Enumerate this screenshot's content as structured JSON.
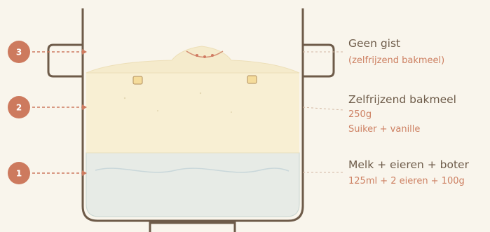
{
  "steps": [
    {
      "number": "1",
      "title": "Melk + eieren + boter",
      "detail": [
        "125ml + 2 eieren + 100g"
      ]
    },
    {
      "number": "2",
      "title": "Zelfrijzend bakmeel",
      "detail": [
        "250g",
        "Suiker + vanille"
      ]
    },
    {
      "number": "3",
      "title": "Geen gist",
      "detail": [
        "(zelfrijzend bakmeel)"
      ]
    }
  ],
  "colors": {
    "background": "#f9f5ec",
    "pan_outline": "#6e5b49",
    "liquid_layer": "#e7ebe6",
    "flour_layer": "#f8efd3",
    "badge": "#cd7a5e",
    "accent_text": "#cd8062",
    "title_text": "#6e5c4a"
  }
}
